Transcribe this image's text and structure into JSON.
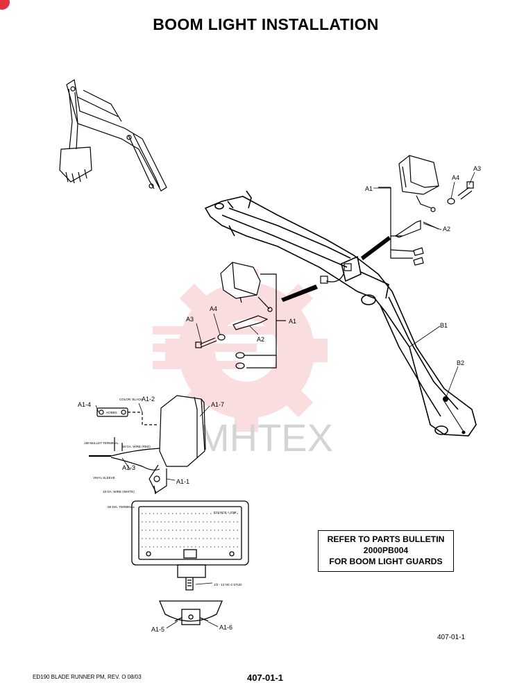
{
  "page": {
    "title": "BOOM LIGHT INSTALLATION",
    "figure_number": "407-01-1",
    "footer_left": "ED190 BLADE RUNNER PM,  REV. O 08/03",
    "page_number": "407-01-1"
  },
  "bulletin": {
    "line1": "REFER TO PARTS BULLETIN",
    "line2": "2000PB004",
    "line3": "FOR BOOM LIGHT GUARDS"
  },
  "watermark": {
    "text": "MHTEX"
  },
  "callouts": {
    "a1_top": "A1",
    "a2_top": "A2",
    "a3_top": "A3",
    "a4_top": "A4",
    "a1_mid": "A1",
    "a2_mid": "A2",
    "a3_mid": "A3",
    "a4_mid": "A4",
    "b1": "B1",
    "b2": "B2",
    "a1_1": "A1-1",
    "a1_2": "A1-2",
    "a1_3": "A1-3",
    "a1_4": "A1-4",
    "a1_5": "A1-5",
    "a1_6": "A1-6",
    "a1_7": "A1-7"
  },
  "fine_print": {
    "color_black": "COLOR: BLACK",
    "hobbs": "HOBBS",
    "bullet_terminal": ".180 BULLET TERMINAL",
    "wire_red": "18 GA. WIRE (RED)",
    "vinyl_sleeve": "VINYL SLEEVE",
    "wire_white": "18 GA. WIRE (WHITE)",
    "dia_terminal": ".50 DIA. TERMINAL",
    "stud": "1/2 - 13 NC-2 STUD",
    "lens_mark": "E24 ECE + 10M"
  },
  "colors": {
    "watermark": "#e5323c",
    "corner_mark": "#e5323c",
    "ink": "#000000"
  }
}
